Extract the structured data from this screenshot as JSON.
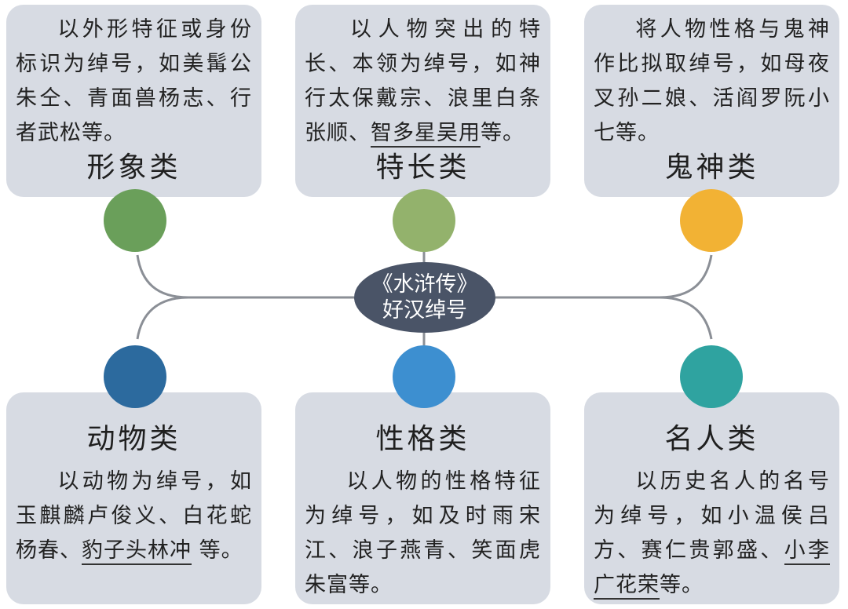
{
  "center": {
    "line1": "《水浒传》",
    "line2": "好汉绰号"
  },
  "categories": [
    {
      "title": "形象类",
      "color": "#6a9f5a",
      "desc_parts": [
        "以外形特征或身份标识为绰号，如美髯公朱仝、青面兽杨志、行者武松等。"
      ]
    },
    {
      "title": "特长类",
      "color": "#93b26c",
      "desc_parts": [
        "以人物突出的特长、本领为绰号，如神行太保戴宗、浪里白条张顺、",
        "智多星吴用",
        "等。"
      ]
    },
    {
      "title": "鬼神类",
      "color": "#f2b234",
      "desc_parts": [
        "将人物性格与鬼神作比拟取绰号，如母夜叉孙二娘、活阎罗阮小七等。"
      ]
    },
    {
      "title": "动物类",
      "color": "#2c6a9e",
      "desc_parts": [
        "以动物为绰号，如玉麒麟卢俊义、白花蛇杨春、",
        "豹子头林冲",
        " 等。"
      ]
    },
    {
      "title": "性格类",
      "color": "#3d8fd0",
      "desc_parts": [
        "以人物的性格特征为绰号，如及时雨宋江、浪子燕青、笑面虎朱富等。"
      ]
    },
    {
      "title": "名人类",
      "color": "#2fa3a0",
      "desc_parts": [
        "以历史名人的名号为绰号，如小温侯吕方、赛仁贵郭盛、",
        "小李广花荣",
        "等。"
      ]
    }
  ]
}
